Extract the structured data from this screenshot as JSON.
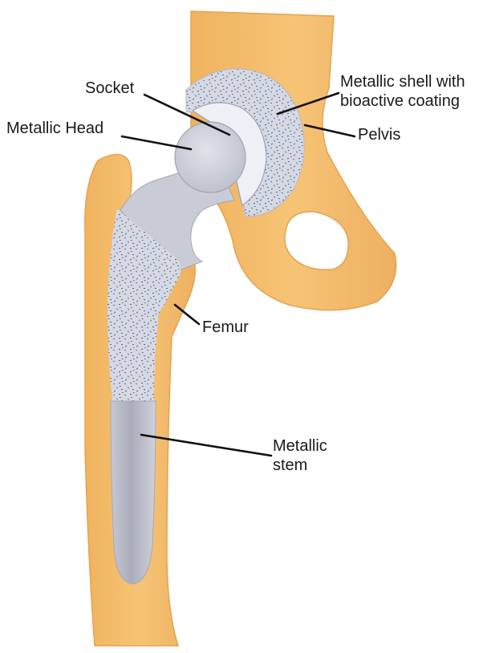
{
  "labels": {
    "socket": "Socket",
    "metallic_head": "Metallic Head",
    "shell_line1": "Metallic shell with",
    "shell_line2": "bioactive coating",
    "pelvis": "Pelvis",
    "femur": "Femur",
    "stem_line1": "Metallic",
    "stem_line2": "stem"
  },
  "colors": {
    "bone": "#f4bd6a",
    "bone_dark": "#e8a651",
    "metal": "#d0d2dc",
    "metal_dark": "#aeb1bf",
    "porous_dot": "#3a6fc2",
    "line": "#111111",
    "background": "#ffffff"
  }
}
